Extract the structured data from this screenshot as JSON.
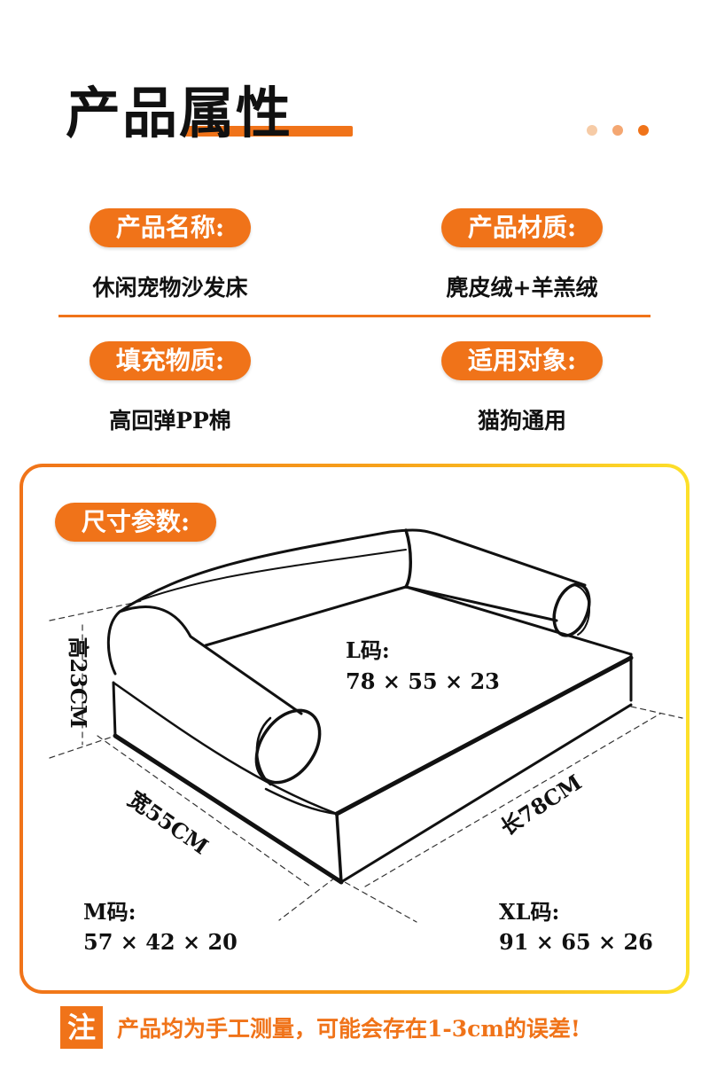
{
  "title": "产品属性",
  "colors": {
    "accent": "#f07319",
    "dot1": "#f6cba6",
    "dot2": "#f4a772",
    "dot3": "#f07319"
  },
  "attributes": [
    {
      "label": "产品名称:",
      "value": "休闲宠物沙发床"
    },
    {
      "label": "产品材质:",
      "value": "麂皮绒+羊羔绒"
    },
    {
      "label": "填充物质:",
      "value": "高回弹PP棉"
    },
    {
      "label": "适用对象:",
      "value": "猫狗通用"
    }
  ],
  "size_section": {
    "label": "尺寸参数:",
    "height_label": "高23CM",
    "width_label": "宽55CM",
    "length_label": "长78CM",
    "sizes": [
      {
        "name": "L码:",
        "dims": "78 × 55 × 23"
      },
      {
        "name": "M码:",
        "dims": "57 × 42 × 20"
      },
      {
        "name": "XL码:",
        "dims": "91 × 65 × 26"
      }
    ]
  },
  "note": {
    "badge": "注",
    "text": "产品均为手工测量，可能会存在1-3cm的误差!"
  }
}
